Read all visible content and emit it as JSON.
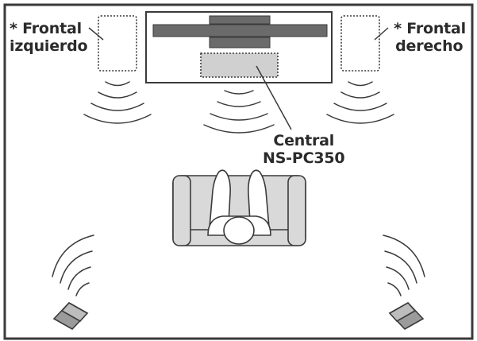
{
  "labels": {
    "front_left": {
      "line1": "* Frontal",
      "line2": "izquierdo"
    },
    "front_right": {
      "line1": "* Frontal",
      "line2": "derecho"
    },
    "center": {
      "line1": "Central",
      "line2": "NS-PC350"
    }
  },
  "colors": {
    "outline": "#3a3a3a",
    "fill_light": "#d9d9d9",
    "fill_dark": "#6b6b6b",
    "fill_mid": "#9b9b9b",
    "text": "#2b2b2b"
  }
}
